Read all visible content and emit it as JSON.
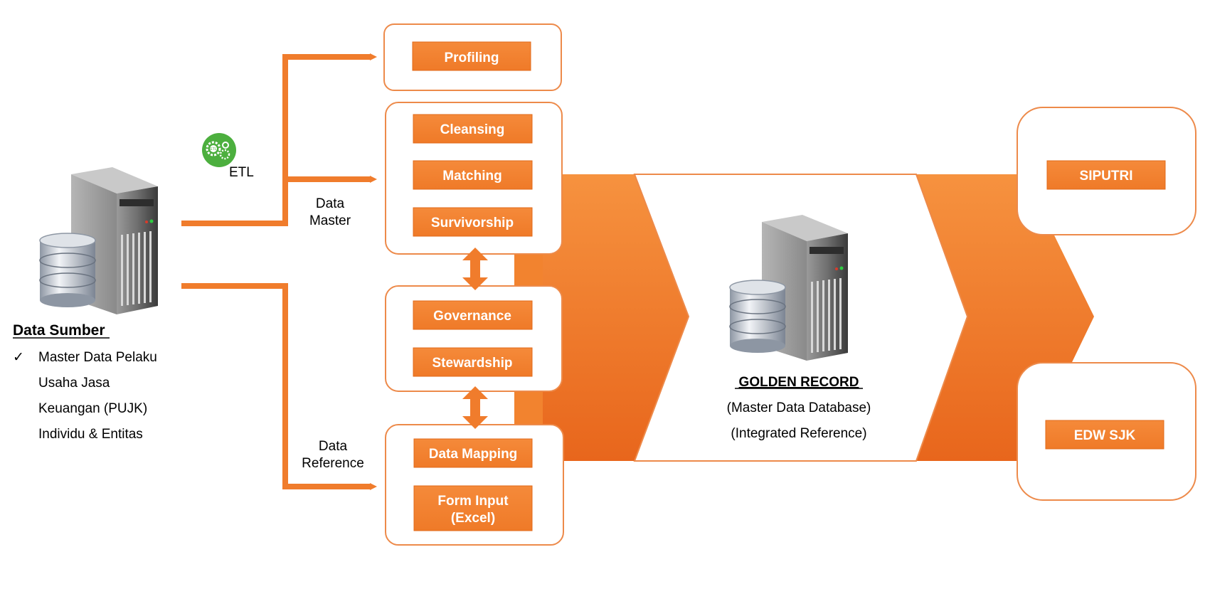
{
  "source": {
    "title": "Data Sumber",
    "checkmark": "✓",
    "lines": [
      "Master Data Pelaku",
      "Usaha Jasa",
      "Keuangan (PUJK)",
      "Individu & Entitas"
    ]
  },
  "etl": {
    "label": "ETL",
    "badge": "ETL",
    "icon": "gears-icon"
  },
  "flow_labels": {
    "data_master": [
      "Data",
      "Master"
    ],
    "data_reference": [
      "Data",
      "Reference"
    ]
  },
  "processes": {
    "profiling": "Profiling",
    "cleansing": "Cleansing",
    "matching": "Matching",
    "survivorship": "Survivorship",
    "governance": "Governance",
    "stewardship": "Stewardship",
    "data_mapping": "Data Mapping",
    "form_input": [
      "Form Input",
      "(Excel)"
    ]
  },
  "golden_record": {
    "title": "GOLDEN RECORD",
    "line1": "(Master Data Database)",
    "line2": "(Integrated Reference)"
  },
  "targets": {
    "siputri": "SIPUTRI",
    "edw_sjk": "EDW SJK"
  },
  "colors": {
    "accent": "#f07c2c",
    "accent_dark": "#e8661c",
    "box_border": "#ed8a4a",
    "etl_green": "#4caf3e"
  }
}
